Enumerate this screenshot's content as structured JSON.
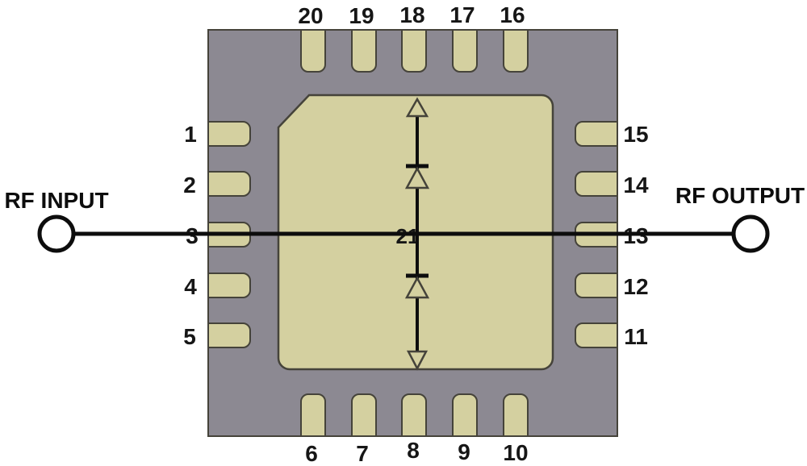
{
  "figure": {
    "rf_input_label": "RF INPUT",
    "rf_output_label": "RF OUTPUT",
    "center_pad_label": "21"
  },
  "pins": {
    "left": [
      "1",
      "2",
      "3",
      "4",
      "5"
    ],
    "bottom": [
      "6",
      "7",
      "8",
      "9",
      "10"
    ],
    "right": [
      "15",
      "14",
      "13",
      "12",
      "11"
    ],
    "top": [
      "20",
      "19",
      "18",
      "17",
      "16"
    ]
  },
  "icons": {
    "upper_diode": "diode-symbol-pointing-up",
    "lower_diode": "diode-symbol-pointing-up",
    "top_arrow": "hollow-arrow-up",
    "bottom_arrow": "hollow-arrow-down",
    "input_terminal": "open-circle-port",
    "output_terminal": "open-circle-port"
  },
  "colors": {
    "page_bg": "#ffffff",
    "body_bg": "#8c8992",
    "pad_fill": "#d4d0a0",
    "outline": "#45433a",
    "line": "#0d0d0d",
    "label": "#161616"
  }
}
